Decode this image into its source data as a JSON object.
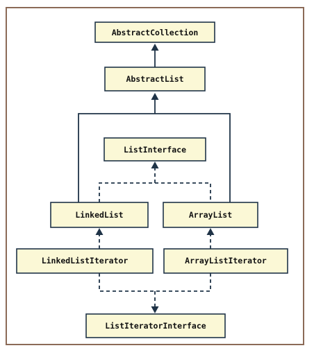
{
  "nodes": {
    "abstract_collection": "AbstractCollection",
    "abstract_list": "AbstractList",
    "list_interface": "ListInterface",
    "linked_list": "LinkedList",
    "array_list": "ArrayList",
    "linked_list_iterator": "LinkedListIterator",
    "array_list_iterator": "ArrayListIterator",
    "list_iterator_interface": "ListIteratorInterface"
  },
  "colors": {
    "node_fill": "#fbf8d6",
    "stroke": "#1f3347",
    "frame": "#8b6a57"
  }
}
